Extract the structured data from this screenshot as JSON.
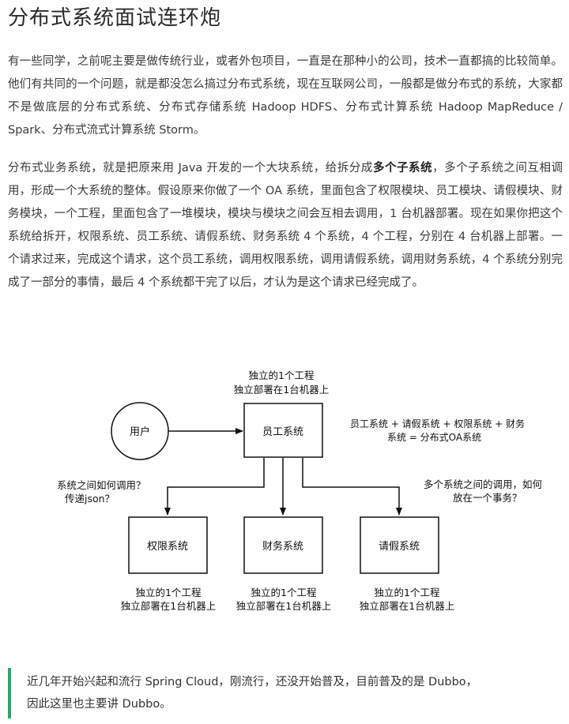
{
  "title": "分布式系统面试连环炮",
  "para1": "有一些同学，之前呢主要是做传统行业，或者外包项目，一直是在那种小的公司，技术一直都搞的比较简单。他们有共同的一个问题，就是都没怎么搞过分布式系统，现在互联网公司，一般都是做分布式的系统，大家都不是做底层的分布式系统、分布式存储系统 Hadoop HDFS、分布式计算系统 Hadoop MapReduce / Spark、分布式流式计算系统 Storm。",
  "para2_before": "分布式业务系统，就是把原来用 Java 开发的一个大块系统，给拆分成",
  "para2_bold": "多个子系统",
  "para2_after": "，多个子系统之间互相调用，形成一个大系统的整体。假设原来你做了一个 OA 系统，里面包含了权限模块、员工模块、请假模块、财务模块，一个工程，里面包含了一堆模块，模块与模块之间会互相去调用，1 台机器部署。现在如果你把这个系统给拆开，权限系统、员工系统、请假系统、财务系统 4 个系统，4 个工程，分别在 4 台机器上部署。一个请求过来，完成这个请求，这个员工系统，调用权限系统，调用请假系统，调用财务系统，4 个系统分别完成了一部分的事情，最后 4 个系统都干完了以后，才认为是这个请求已经完成了。",
  "diagram": {
    "user": "用户",
    "employee": "员工系统",
    "permission": "权限系统",
    "finance": "财务系统",
    "leave": "请假系统",
    "deploy_line1": "独立的1个工程",
    "deploy_line2": "独立部署在1台机器上",
    "formula_line1": "员工系统 + 请假系统 + 权限系统 + 财务",
    "formula_line2": "系统 = 分布式OA系统",
    "question_left_line1": "系统之间如何调用？",
    "question_left_line2": "传递json？",
    "question_right_line1": "多个系统之间的调用，如何",
    "question_right_line2": "放在一个事务？"
  },
  "quote": {
    "line1": "近几年开始兴起和流行 Spring Cloud，刚流行，还没开始普及，目前普及的是 Dubbo，",
    "line2": "因此这里也主要讲 Dubbo。"
  },
  "colors": {
    "quote_border": "#2ea56a"
  }
}
